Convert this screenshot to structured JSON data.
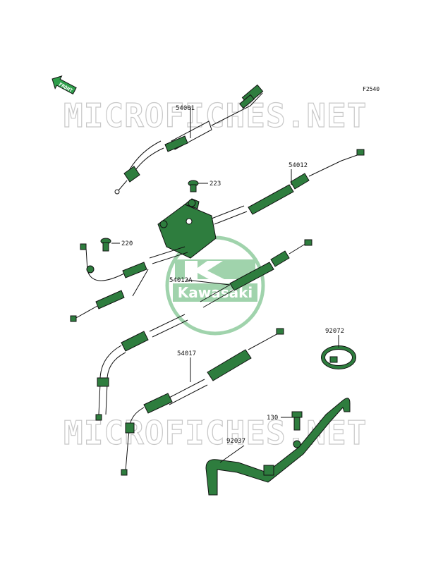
{
  "figure_code": "F2540",
  "front_arrow_text": "FRONT",
  "watermark_text": "MICROFICHES.NET",
  "logo": {
    "text": "Kawasaki",
    "color": "#2e9e4a"
  },
  "colors": {
    "part_fill": "#2e7d3e",
    "line": "#111111",
    "watermark": "#c8c8c8"
  },
  "callouts": [
    {
      "id": "54001",
      "label": "54001"
    },
    {
      "id": "223",
      "label": "223"
    },
    {
      "id": "54012",
      "label": "54012"
    },
    {
      "id": "220",
      "label": "220"
    },
    {
      "id": "54012A",
      "label": "54012A"
    },
    {
      "id": "92072",
      "label": "92072"
    },
    {
      "id": "54017",
      "label": "54017"
    },
    {
      "id": "130",
      "label": "130"
    },
    {
      "id": "92037",
      "label": "92037"
    }
  ]
}
